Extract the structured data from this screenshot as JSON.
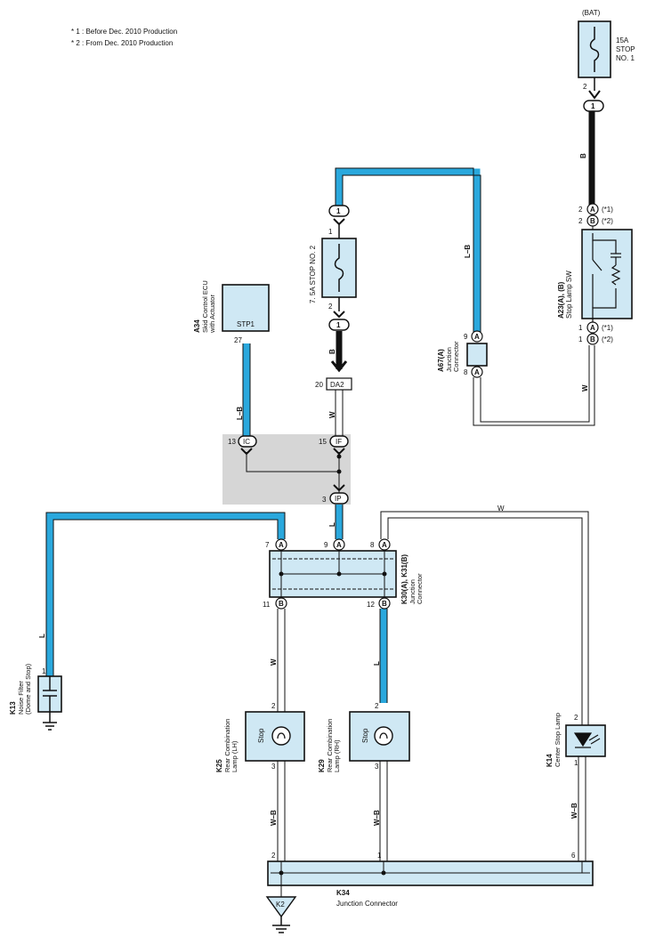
{
  "notes": {
    "line1": "* 1 : Before Dec.  2010 Production",
    "line2": "* 2 : From Dec.  2010 Production"
  },
  "bat": {
    "label": "(BAT)",
    "fuse_amp": "15A",
    "fuse_name1": "STOP",
    "fuse_name2": "NO. 1",
    "pin_out": "2",
    "conn": "1",
    "wire": "B"
  },
  "stop_lamp_sw": {
    "id": "A23(A), (B)",
    "name": "Stop Lamp SW",
    "pinA2": "2",
    "pinB2": "2",
    "pinA1": "1",
    "pinB1": "1",
    "connA": "A",
    "connB": "B",
    "tag1": "(*1)",
    "tag2": "(*2)",
    "wire_out": "W"
  },
  "fuse2": {
    "label": "7. 5A STOP NO. 2",
    "pin_in": "1",
    "pin_out": "2",
    "conn_in": "1",
    "conn_out": "1",
    "wire": "B",
    "pin20": "20",
    "da2": "DA2",
    "wire_w": "W"
  },
  "a67": {
    "id": "A67(A)",
    "name1": "Junction",
    "name2": "Connector",
    "pin9": "9",
    "pin8": "8",
    "conn": "A",
    "wire": "L–B"
  },
  "a34": {
    "id": "A34",
    "name1": "Skid Control ECU",
    "name2": "with Actuator",
    "term": "STP1",
    "pin": "27",
    "wire": "L–B"
  },
  "junction_block": {
    "pin13": "13",
    "ic": "IC",
    "pin15": "15",
    "if": "IF",
    "pin3": "3",
    "ip": "IP",
    "wire_l": "L"
  },
  "k30": {
    "id": "K30(A), K31(B)",
    "name1": "Junction",
    "name2": "Connector",
    "pin7": "7",
    "pin9": "9",
    "pin8": "8",
    "pin11": "11",
    "pin12": "12",
    "connA": "A",
    "connB": "B",
    "wire_top_w": "W"
  },
  "k13": {
    "id": "K13",
    "name1": "Noise Filter",
    "name2": "(Dome and Stop)",
    "pin": "1",
    "wire": "L"
  },
  "k25": {
    "id": "K25",
    "name1": "Rear Combination",
    "name2": "Lamp (LH)",
    "lamp": "Stop",
    "pin_in": "2",
    "pin_out": "3",
    "wire_in": "W",
    "wire_out": "W–B"
  },
  "k29": {
    "id": "K29",
    "name1": "Rear Combination",
    "name2": "Lamp (RH)",
    "lamp": "Stop",
    "pin_in": "2",
    "pin_out": "3",
    "wire_in": "L",
    "wire_out": "W–B"
  },
  "k14": {
    "id": "K14",
    "name1": "Center Stop Lamp",
    "pin_in": "2",
    "pin_out": "1",
    "wire_out": "W–B"
  },
  "k34": {
    "id": "K34",
    "name": "Junction Connector",
    "pin2": "2",
    "pin1": "1",
    "pin6": "6"
  },
  "ground": {
    "label": "K2"
  },
  "colors": {
    "wire_blue": "#2aa8dd",
    "component_fill": "#cfe8f4",
    "junction_block_fill": "#d6d6d6",
    "outline": "#111111"
  }
}
